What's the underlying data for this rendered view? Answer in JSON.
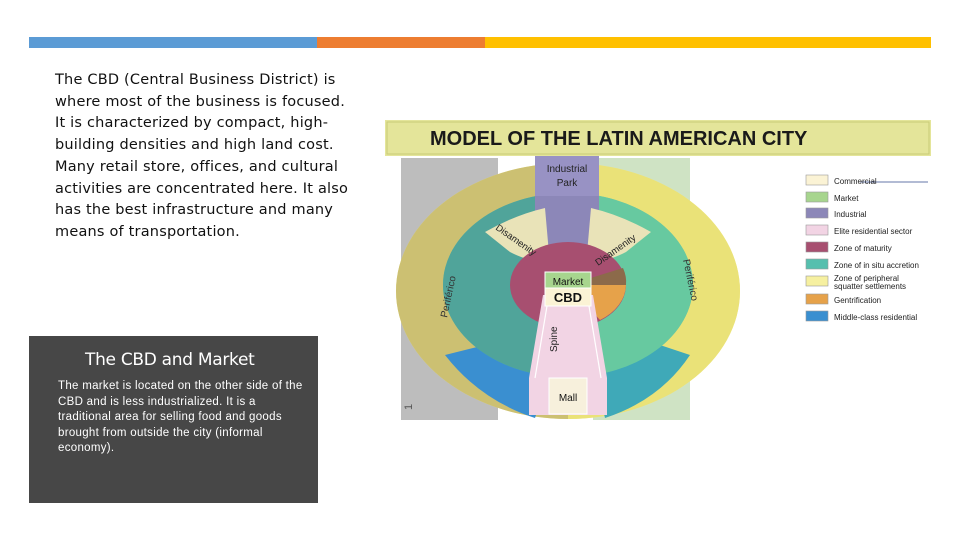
{
  "top_bar_colors": [
    "#5b9bd5",
    "#ed7d31",
    "#ffc000"
  ],
  "intro_text": "The CBD (Central Business District) is where most of the business is focused. It is characterized by compact, high-building densities and high land cost. Many retail store, offices, and cultural activities are concentrated here. It also has the best infrastructure and many means of transportation.",
  "box": {
    "title": "The CBD and Market",
    "body": "The market is located on the other side of the CBD and is less industrialized. It is a traditional area for selling food and goods brought from outside the city (informal economy)."
  },
  "diagram": {
    "title": "MODEL OF THE LATIN AMERICAN CITY",
    "labels": {
      "industrial_park": [
        "Industrial",
        "Park"
      ],
      "market": "Market",
      "cbd": "CBD",
      "spine": "Spine",
      "mall": "Mall",
      "disamenity_left": "Disamenity",
      "disamenity_right": "Disamenity",
      "periferico_left": "Periférico",
      "periferico_right": "Periférico",
      "page_mark": "1"
    },
    "legend": [
      {
        "label": "Commercial",
        "color": "#fbf3d5"
      },
      {
        "label": "Market",
        "color": "#a7d58e"
      },
      {
        "label": "Industrial",
        "color": "#8c87b8"
      },
      {
        "label": "Elite residential sector",
        "color": "#f2d4e4"
      },
      {
        "label": "Zone of maturity",
        "color": "#a74f70"
      },
      {
        "label": "Zone of in situ accretion",
        "color": "#56bfae"
      },
      {
        "label": "Zone of peripheral squatter settlements",
        "color": "#f6f0a0"
      },
      {
        "label": "Gentrification",
        "color": "#e6a24a"
      },
      {
        "label": "Middle-class residential",
        "color": "#3a8fd0"
      }
    ]
  }
}
